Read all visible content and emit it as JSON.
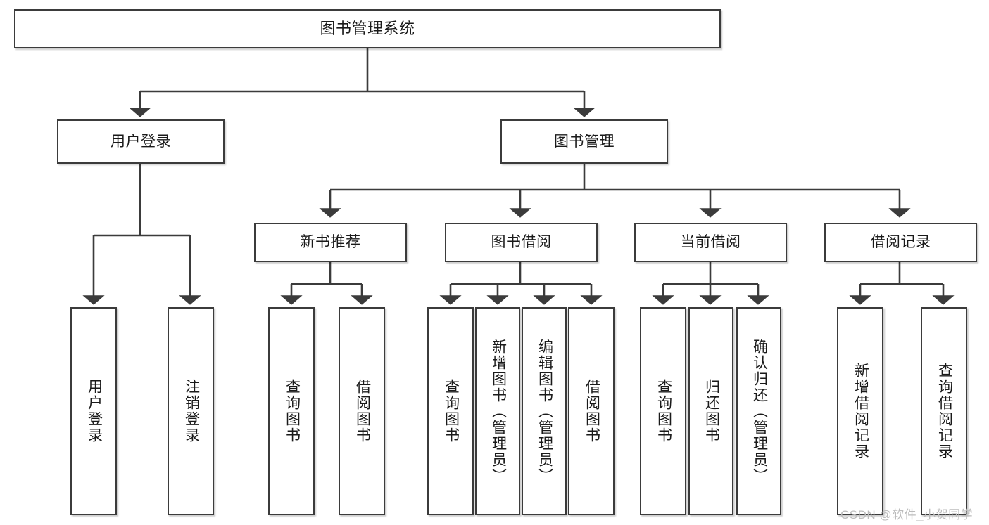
{
  "diagram": {
    "title": "图书管理系统",
    "type": "hierarchy-tree",
    "root": {
      "id": "root",
      "label": "图书管理系统"
    },
    "level2": [
      {
        "id": "user-login",
        "label": "用户登录"
      },
      {
        "id": "book-manage",
        "label": "图书管理"
      }
    ],
    "level3": [
      {
        "id": "new-book-rec",
        "label": "新书推荐"
      },
      {
        "id": "book-borrow",
        "label": "图书借阅"
      },
      {
        "id": "current-borrow",
        "label": "当前借阅"
      },
      {
        "id": "borrow-record",
        "label": "借阅记录"
      }
    ],
    "leaves": {
      "user_login": [
        {
          "id": "leaf-user-login",
          "label": "用户登录"
        },
        {
          "id": "leaf-logout",
          "label": "注销登录"
        }
      ],
      "new_book_rec": [
        {
          "id": "leaf-query-book-1",
          "label": "查询图书"
        },
        {
          "id": "leaf-borrow-book-1",
          "label": "借阅图书"
        }
      ],
      "book_borrow": [
        {
          "id": "leaf-query-book-2",
          "label": "查询图书"
        },
        {
          "id": "leaf-add-book",
          "label": "新增图书（管理员）"
        },
        {
          "id": "leaf-edit-book",
          "label": "编辑图书（管理员）"
        },
        {
          "id": "leaf-borrow-book-2",
          "label": "借阅图书"
        }
      ],
      "current_borrow": [
        {
          "id": "leaf-query-book-3",
          "label": "查询图书"
        },
        {
          "id": "leaf-return-book",
          "label": "归还图书"
        },
        {
          "id": "leaf-confirm-return",
          "label": "确认归还（管理员）"
        }
      ],
      "borrow_record": [
        {
          "id": "leaf-add-record",
          "label": "新增借阅记录"
        },
        {
          "id": "leaf-query-record",
          "label": "查询借阅记录"
        }
      ]
    }
  },
  "watermark": {
    "text": "CSDN @软件_小贺同学"
  },
  "colors": {
    "stroke": "#3b3b3b",
    "fill": "#ffffff",
    "text": "#1a1a1a",
    "watermark": "#bcbcbc"
  }
}
